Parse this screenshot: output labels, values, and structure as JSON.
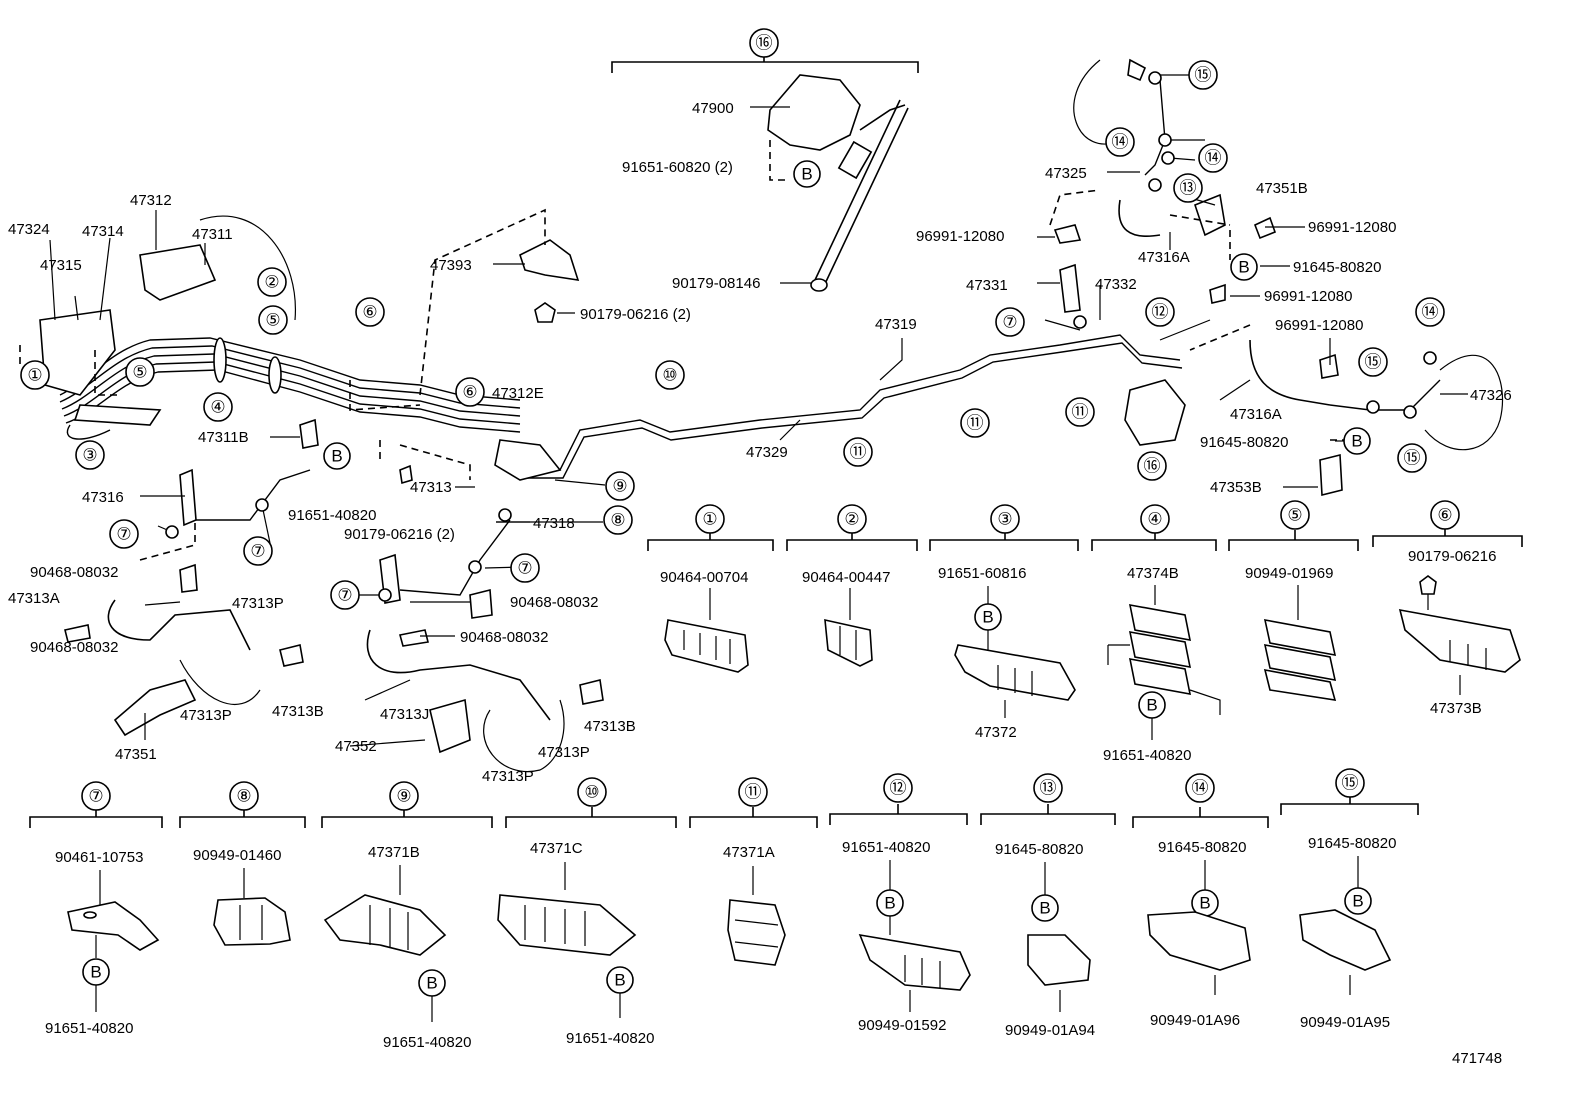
{
  "diagram_id": "471748",
  "labels": {
    "l1": "47324",
    "l2": "47314",
    "l3": "47315",
    "l4": "47312",
    "l5": "47311",
    "l6": "47393",
    "l7": "90179-06216 (2)",
    "l8": "47900",
    "l9": "91651-60820 (2)",
    "l10": "90179-08146",
    "l11": "47311B",
    "l12": "91651-40820",
    "l13": "47313",
    "l14": "90179-06216 (2)",
    "l15": "47312E",
    "l16": "47316",
    "l17": "47318",
    "l18": "90468-08032",
    "l19": "47313A",
    "l20": "47313P",
    "l21": "90468-08032",
    "l22": "47351",
    "l23": "47313P",
    "l24": "47313B",
    "l25": "90468-08032",
    "l26": "90468-08032",
    "l27": "47313J",
    "l28": "47352",
    "l29": "47313B",
    "l30": "47313P",
    "l31": "47313P",
    "l32": "47329",
    "l33": "47319",
    "l34": "47325",
    "l35": "47351B",
    "l36": "96991-12080",
    "l37": "96991-12080",
    "l38": "47316A",
    "l39": "91645-80820",
    "l40": "47331",
    "l41": "47332",
    "l42": "96991-12080",
    "l43": "96991-12080",
    "l44": "47316A",
    "l45": "47326",
    "l46": "91645-80820",
    "l47": "47353B"
  },
  "callouts": {
    "c1": "①",
    "c2": "②",
    "c3": "③",
    "c4": "④",
    "c5a": "⑤",
    "c5b": "⑤",
    "c6a": "⑥",
    "c6b": "⑥",
    "c7a": "⑦",
    "c7b": "⑦",
    "c7c": "⑦",
    "c7d": "⑦",
    "c7e": "⑦",
    "c8": "⑧",
    "c9": "⑨",
    "c10": "⑩",
    "c11a": "⑪",
    "c11b": "⑪",
    "c11c": "⑪",
    "c12": "⑫",
    "c13": "⑬",
    "c14a": "⑭",
    "c14b": "⑭",
    "c14c": "⑭",
    "c15a": "⑮",
    "c15b": "⑮",
    "c15c": "⑮",
    "c16a": "⑯",
    "c16b": "⑯"
  },
  "b_marker": "B",
  "legend_panels": [
    {
      "index": "①",
      "top_part": "90464-00704",
      "bottom_part": ""
    },
    {
      "index": "②",
      "top_part": "90464-00447",
      "bottom_part": ""
    },
    {
      "index": "③",
      "top_part": "91651-60816",
      "bottom_part": "47372"
    },
    {
      "index": "④",
      "top_part": "47374B",
      "bottom_part": "91651-40820"
    },
    {
      "index": "⑤",
      "top_part": "90949-01969",
      "bottom_part": ""
    },
    {
      "index": "⑥",
      "top_part": "90179-06216",
      "bottom_part": "47373B"
    },
    {
      "index": "⑦",
      "top_part": "90461-10753",
      "bottom_part": "91651-40820"
    },
    {
      "index": "⑧",
      "top_part": "90949-01460",
      "bottom_part": ""
    },
    {
      "index": "⑨",
      "top_part": "47371B",
      "bottom_part": "91651-40820"
    },
    {
      "index": "⑩",
      "top_part": "47371C",
      "bottom_part": "91651-40820"
    },
    {
      "index": "⑪",
      "top_part": "47371A",
      "bottom_part": ""
    },
    {
      "index": "⑫",
      "top_part": "91651-40820",
      "bottom_part": "90949-01592"
    },
    {
      "index": "⑬",
      "top_part": "91645-80820",
      "bottom_part": "90949-01A94"
    },
    {
      "index": "⑭",
      "top_part": "91645-80820",
      "bottom_part": "90949-01A96"
    },
    {
      "index": "⑮",
      "top_part": "91645-80820",
      "bottom_part": "90949-01A95"
    }
  ],
  "icons": {
    "callout": "numbered-circle",
    "bolt_marker": "circled-b",
    "clamp": "pipe-clamp-drawing",
    "proportioning_valve": "valve-drawing",
    "master_cylinder_pipes": "pipe-bundle-drawing",
    "flex_hose": "hose-drawing",
    "bracket": "bracket-drawing"
  }
}
